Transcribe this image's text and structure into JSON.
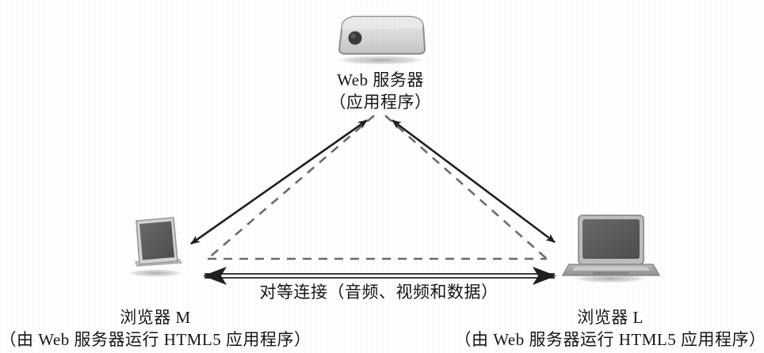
{
  "figure": {
    "background_color": "#fefefe",
    "ink_color": "#1f1f1f",
    "dashed_color": "#6b6b6b"
  },
  "nodes": {
    "server": {
      "title": "Web 服务器",
      "subtitle": "（应用程序）",
      "icon": "server-icon",
      "device_colors": {
        "body": "#dcdcdc",
        "edge": "#8a8a8a",
        "led": "#3a3a3a",
        "shadow": "#b8b8b8"
      }
    },
    "browser_m": {
      "title": "浏览器 M",
      "subtitle": "（由 Web 服务器运行 HTML5 应用程序）",
      "icon": "tablet-icon",
      "device_colors": {
        "screen": "#5a5a5a",
        "body": "#c9c9c9",
        "edge": "#8f8f8f",
        "shadow": "#b5b5b5"
      }
    },
    "browser_l": {
      "title": "浏览器 L",
      "subtitle": "（由 Web 服务器运行 HTML5 应用程序）",
      "icon": "laptop-icon",
      "device_colors": {
        "screen": "#5f5f5f",
        "body": "#c4c4c4",
        "keyboard": "#9a9a9a",
        "edge": "#8a8a8a",
        "shadow": "#b5b5b5"
      }
    }
  },
  "connections": {
    "peer_label": "对等连接（音频、视频和数据）",
    "server_to_m": {
      "style": "solid",
      "arrows": "both"
    },
    "server_to_l": {
      "style": "solid",
      "arrows": "both"
    },
    "peer_link": {
      "style": "solid",
      "arrows": "both"
    },
    "signaling_triangle": {
      "style": "dashed",
      "arrows": "none"
    }
  }
}
